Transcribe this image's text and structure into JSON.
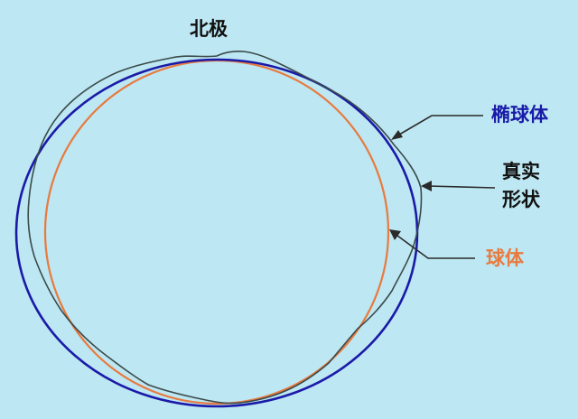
{
  "labels": {
    "north_pole": "北极",
    "ellipsoid": "椭球体",
    "true_shape_line1": "真实",
    "true_shape_line2": "形状",
    "sphere": "球体"
  },
  "colors": {
    "background": "#bde7f2",
    "ellipsoid": "#1a1aa8",
    "sphere": "#e87a3f",
    "true_shape": "#3a4a4a",
    "pointer": "#2a2a2a",
    "label_text": "#111111"
  }
}
